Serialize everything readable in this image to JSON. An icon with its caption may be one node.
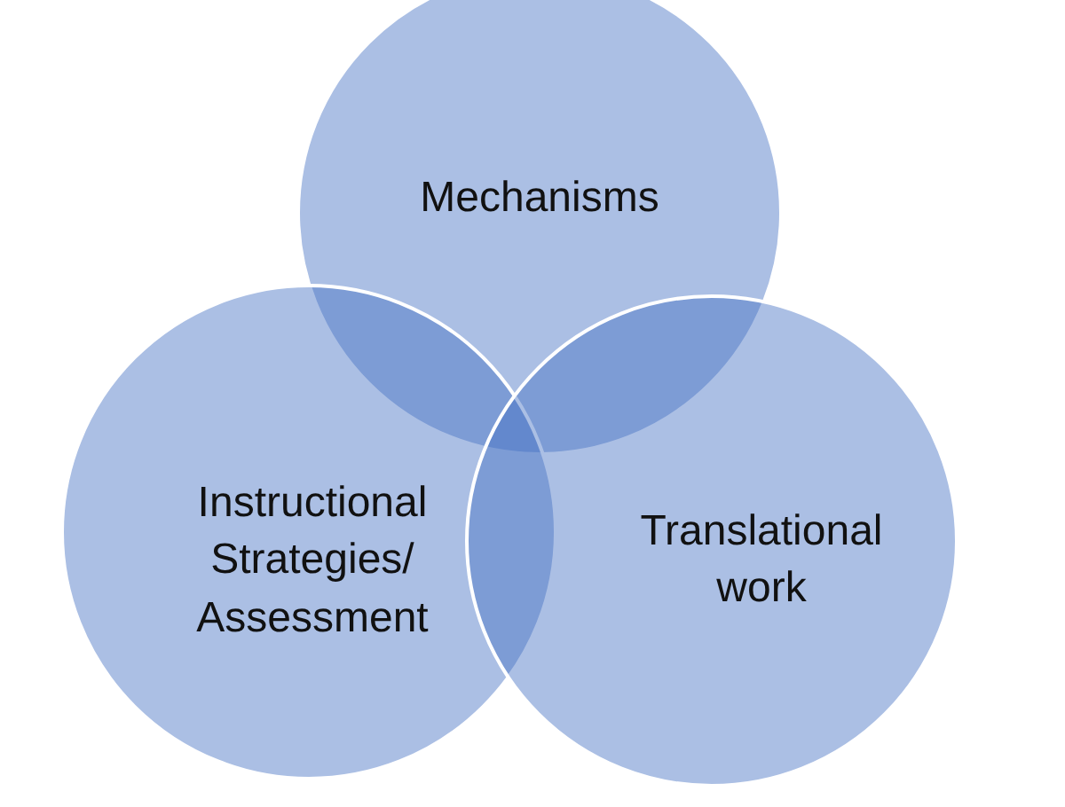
{
  "diagram": {
    "nodes": [
      {
        "text": [
          "Mechanisms"
        ]
      },
      {
        "text": [
          "Instructional Strategies/ Assessment"
        ]
      },
      {
        "text": [
          "Translational work"
        ]
      }
    ]
  }
}
